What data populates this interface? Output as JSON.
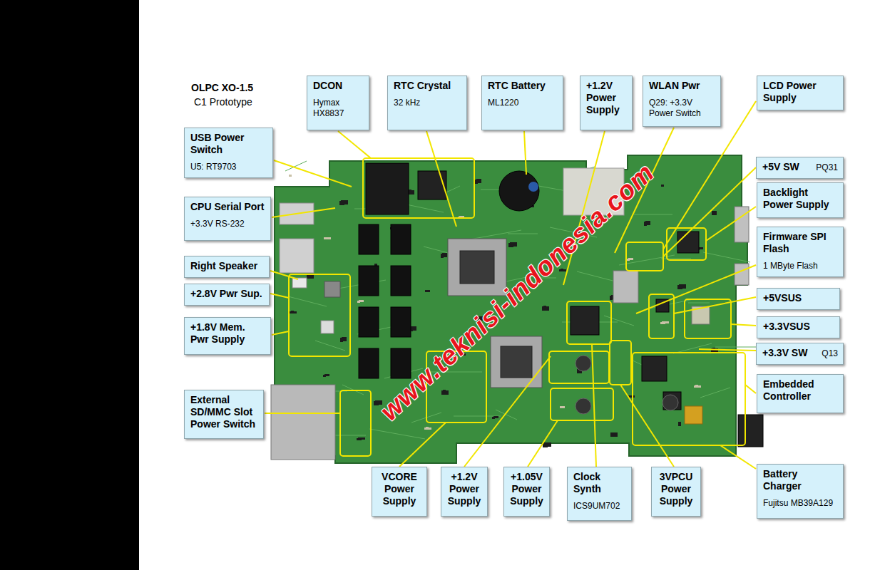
{
  "diagram": {
    "title": "OLPC XO-1.5",
    "caption": "C1 Prototype",
    "nodes": [
      {
        "text": [
          "DCON",
          "Hymax HX8837"
        ]
      },
      {
        "text": [
          "RTC Crystal",
          "32 kHz"
        ]
      },
      {
        "text": [
          "RTC Battery",
          "ML1220"
        ]
      },
      {
        "text": [
          "+1.2V Power Supply"
        ]
      },
      {
        "text": [
          "WLAN Pwr",
          "Q29: +3.3V Power Switch"
        ]
      },
      {
        "text": [
          "LCD Power Supply"
        ]
      },
      {
        "text": [
          "USB Power Switch",
          "U5: RT9703"
        ]
      },
      {
        "text": [
          "+5V SW",
          "PQ31"
        ]
      },
      {
        "text": [
          "Backlight Power Supply"
        ]
      },
      {
        "text": [
          "CPU Serial Port",
          "+3.3V RS-232"
        ]
      },
      {
        "text": [
          "Firmware SPI Flash",
          "1 MByte Flash"
        ]
      },
      {
        "text": [
          "Right Speaker"
        ]
      },
      {
        "text": [
          "+2.8V Pwr Sup."
        ]
      },
      {
        "text": [
          "+5VSUS"
        ]
      },
      {
        "text": [
          "+1.8V Mem. Pwr Supply"
        ]
      },
      {
        "text": [
          "+3.3VSUS"
        ]
      },
      {
        "text": [
          "+3.3V SW",
          "Q13"
        ]
      },
      {
        "text": [
          "Embedded Controller"
        ]
      },
      {
        "text": [
          "External SD/MMC Slot Power Switch"
        ]
      },
      {
        "text": [
          "VCORE Power Supply"
        ]
      },
      {
        "text": [
          "+1.2V Power Supply"
        ]
      },
      {
        "text": [
          "+1.05V Power Supply"
        ]
      },
      {
        "text": [
          "Clock Synth",
          "ICS9UM702"
        ]
      },
      {
        "text": [
          "3VPCU Power Supply"
        ]
      },
      {
        "text": [
          "Battery Charger",
          "Fujitsu MB39A129"
        ]
      }
    ],
    "labels": [
      "www.teknisi-indonesia.com"
    ]
  }
}
